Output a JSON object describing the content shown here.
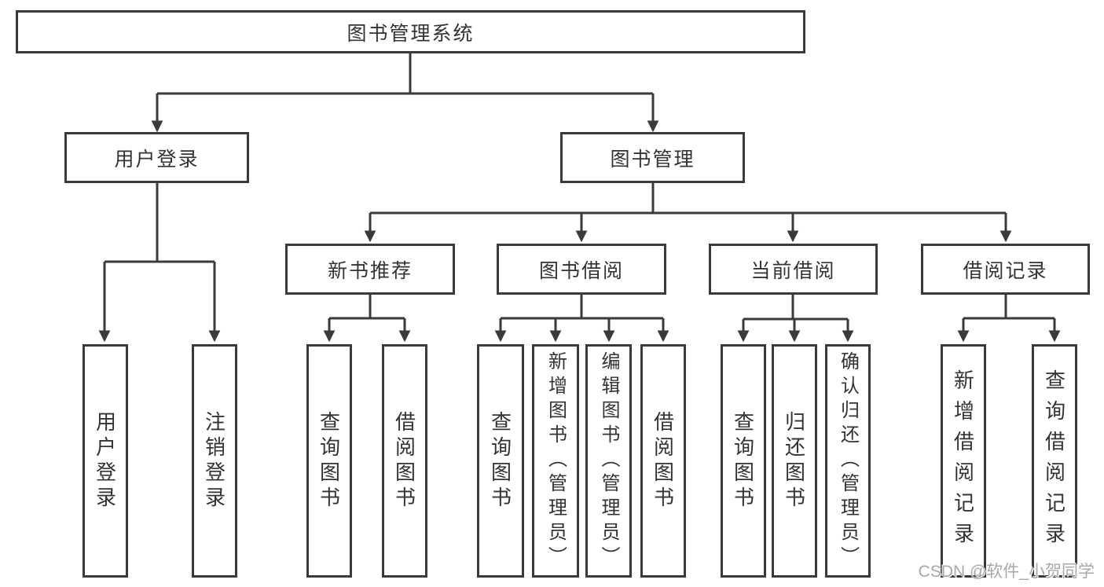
{
  "colors": {
    "line": "#3a3a3a",
    "text": "#333333",
    "background": "#ffffff",
    "watermark": "#a8a8a8"
  },
  "diagram": {
    "root": "图书管理系统",
    "level2": [
      "用户登录",
      "图书管理"
    ],
    "level3": [
      "新书推荐",
      "图书借阅",
      "当前借阅",
      "借阅记录"
    ],
    "leaves": [
      [
        "用户登录",
        "注销登录"
      ],
      [
        "查询图书",
        "借阅图书"
      ],
      [
        "查询图书",
        "新增图书（管理员）",
        "编辑图书（管理员）",
        "借阅图书"
      ],
      [
        "查询图书",
        "归还图书",
        "确认归还（管理员）"
      ],
      [
        "新增借阅记录",
        "查询借阅记录"
      ]
    ]
  },
  "watermark": {
    "text": "CSDN @软件_小贺同学"
  }
}
